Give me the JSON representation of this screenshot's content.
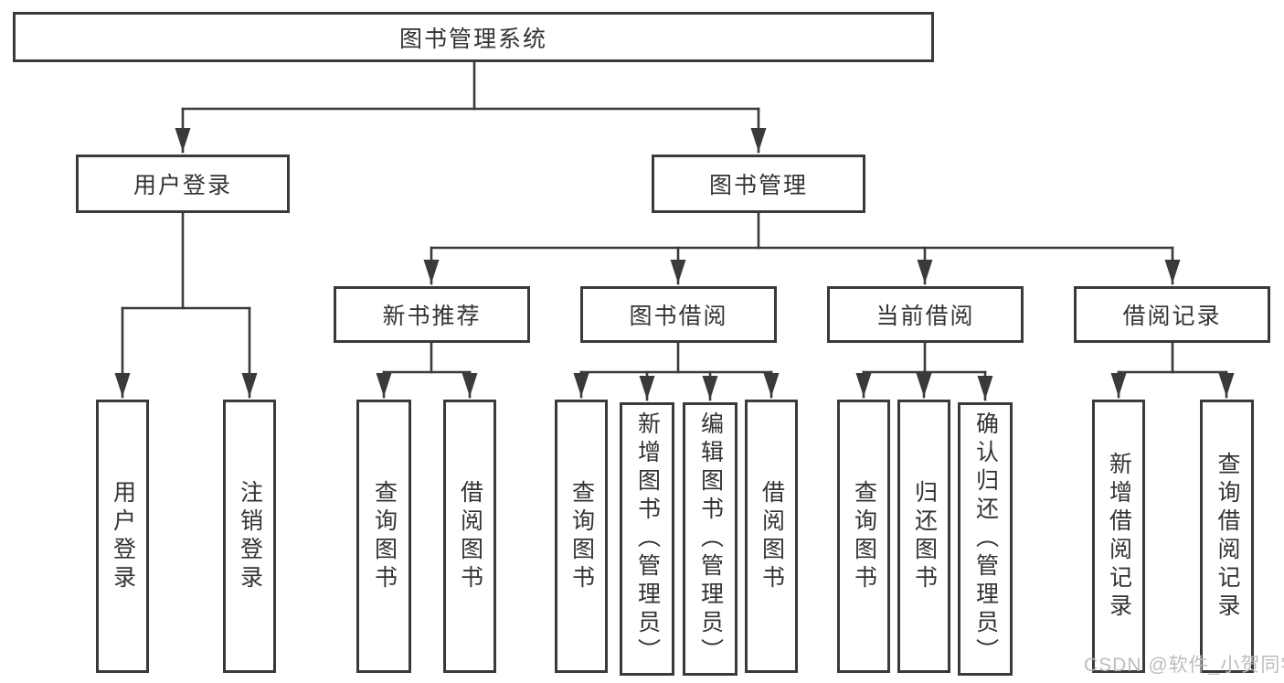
{
  "diagram": {
    "type": "hierarchy-tree",
    "line_color": "#3a3a3a",
    "box_border_color": "#3a3a3a",
    "box_fill_color": "#ffffff",
    "text_color": "#333333",
    "background_color": "#ffffff"
  },
  "tree": {
    "root": {
      "label": "图书管理系统"
    },
    "children": [
      {
        "label": "用户登录",
        "children": [
          {
            "label": "用户登录"
          },
          {
            "label": "注销登录"
          }
        ]
      },
      {
        "label": "图书管理",
        "children": [
          {
            "label": "新书推荐",
            "children": [
              {
                "label": "查询图书"
              },
              {
                "label": "借阅图书"
              }
            ]
          },
          {
            "label": "图书借阅",
            "children": [
              {
                "label": "查询图书"
              },
              {
                "label": "新增图书（管理员）"
              },
              {
                "label": "编辑图书（管理员）"
              },
              {
                "label": "借阅图书"
              }
            ]
          },
          {
            "label": "当前借阅",
            "children": [
              {
                "label": "查询图书"
              },
              {
                "label": "归还图书"
              },
              {
                "label": "确认归还（管理员）"
              }
            ]
          },
          {
            "label": "借阅记录",
            "children": [
              {
                "label": "新增借阅记录"
              },
              {
                "label": "查询借阅记录"
              }
            ]
          }
        ]
      }
    ]
  },
  "watermark": {
    "text": "CSDN @软件_小贺同学",
    "color": "#bab7bd"
  }
}
